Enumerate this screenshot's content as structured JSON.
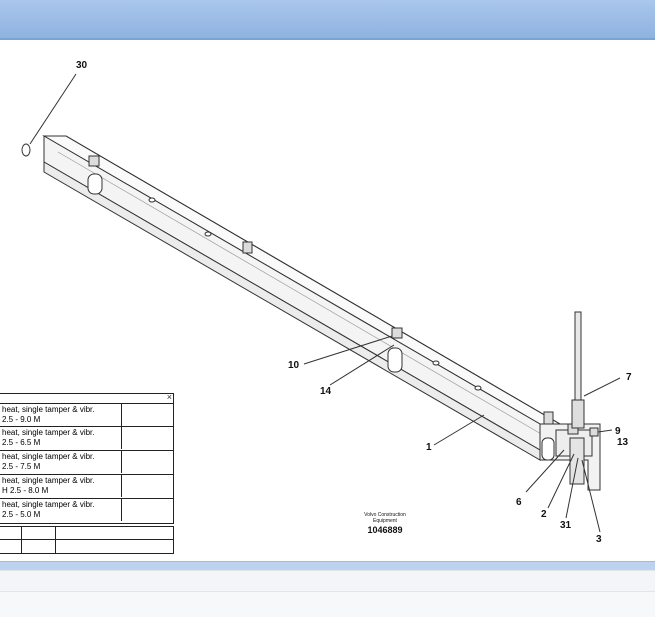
{
  "drawing": {
    "callouts": {
      "c30": "30",
      "c7": "7",
      "c9": "9",
      "c13": "13",
      "c10": "10",
      "c14": "14",
      "c1": "1",
      "c6": "6",
      "c2": "2",
      "c31": "31",
      "c3": "3"
    },
    "caption": {
      "line1": "Volvo Construction",
      "line2": "Equipment",
      "number": "1046889"
    }
  },
  "parts_table": {
    "close_label": "×",
    "rows": [
      {
        "line1": "heat, single tamper & vibr.",
        "line2": "2.5 - 9.0 M"
      },
      {
        "line1": "heat, single tamper & vibr.",
        "line2": "2.5 - 6.5 M"
      },
      {
        "line1": "heat, single tamper & vibr.",
        "line2": "2.5 - 7.5 M"
      },
      {
        "line1": "heat, single tamper & vibr.",
        "line2": "H 2.5 - 8.0 M"
      },
      {
        "line1": "heat, single tamper & vibr.",
        "line2": "2.5 - 5.0 M"
      }
    ]
  }
}
